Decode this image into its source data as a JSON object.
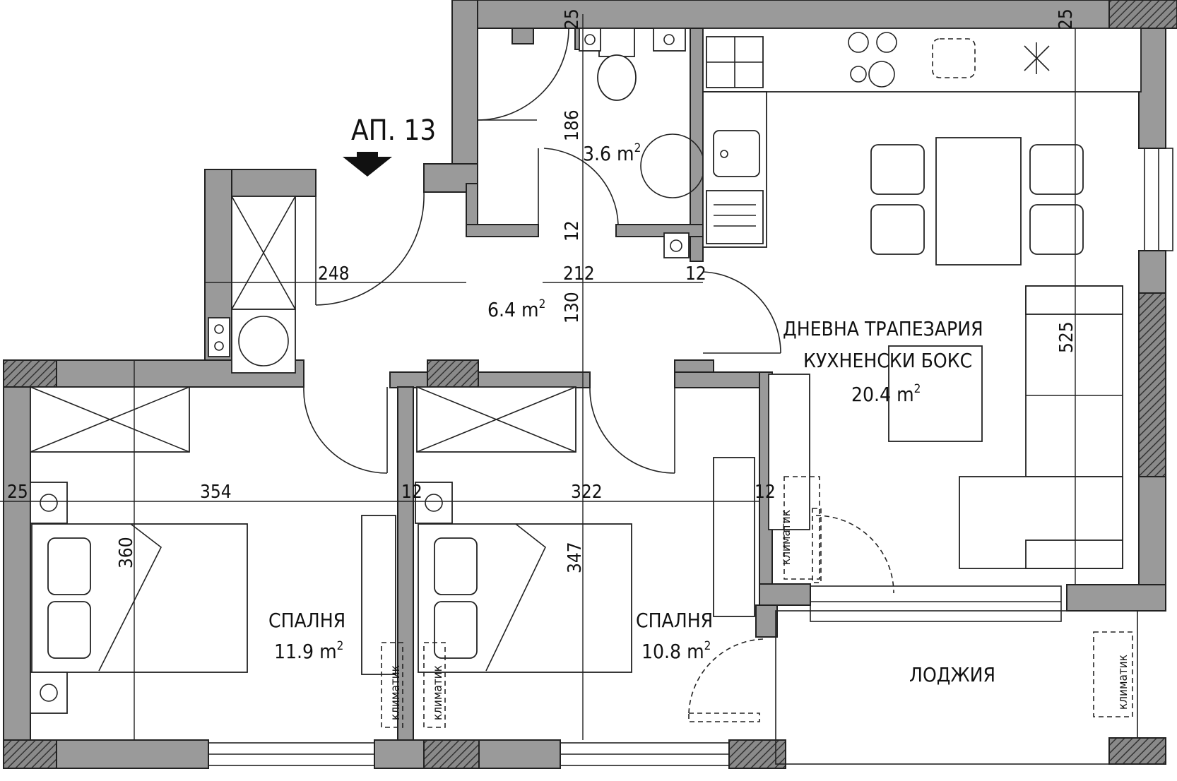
{
  "apartment": {
    "label": "АП. 13"
  },
  "rooms": {
    "bathroom_area": "3.6",
    "hall_area": "6.4",
    "living": {
      "line1": "ДНЕВНА ТРАПЕЗАРИЯ",
      "line2": "КУХНЕНСКИ БОКС",
      "area": "20.4"
    },
    "bedroom1": {
      "name": "СПАЛНЯ",
      "area": "11.9"
    },
    "bedroom2": {
      "name": "СПАЛНЯ",
      "area": "10.8"
    },
    "loggia": {
      "name": "ЛОДЖИЯ"
    }
  },
  "area_unit": "m",
  "area_unit_exp": "2",
  "ac_label": "климатик",
  "dimensions": {
    "d25_top_left": "25",
    "d25_top_right": "25",
    "d186": "186",
    "d12_bath": "12",
    "d248": "248",
    "d212": "212",
    "d12_hall": "12",
    "d130": "130",
    "d525": "525",
    "d25_left": "25",
    "d354": "354",
    "d12_mid": "12",
    "d322": "322",
    "d12_right": "12",
    "d360": "360",
    "d347": "347"
  },
  "colors": {
    "wall_fill": "#9a9a9a",
    "line": "#222222",
    "background": "#ffffff"
  }
}
